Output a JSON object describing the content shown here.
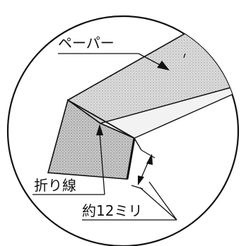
{
  "diagram": {
    "labels": {
      "paper": "ペーパー",
      "fold_line": "折り線",
      "approx_width": "約12ミリ"
    }
  }
}
